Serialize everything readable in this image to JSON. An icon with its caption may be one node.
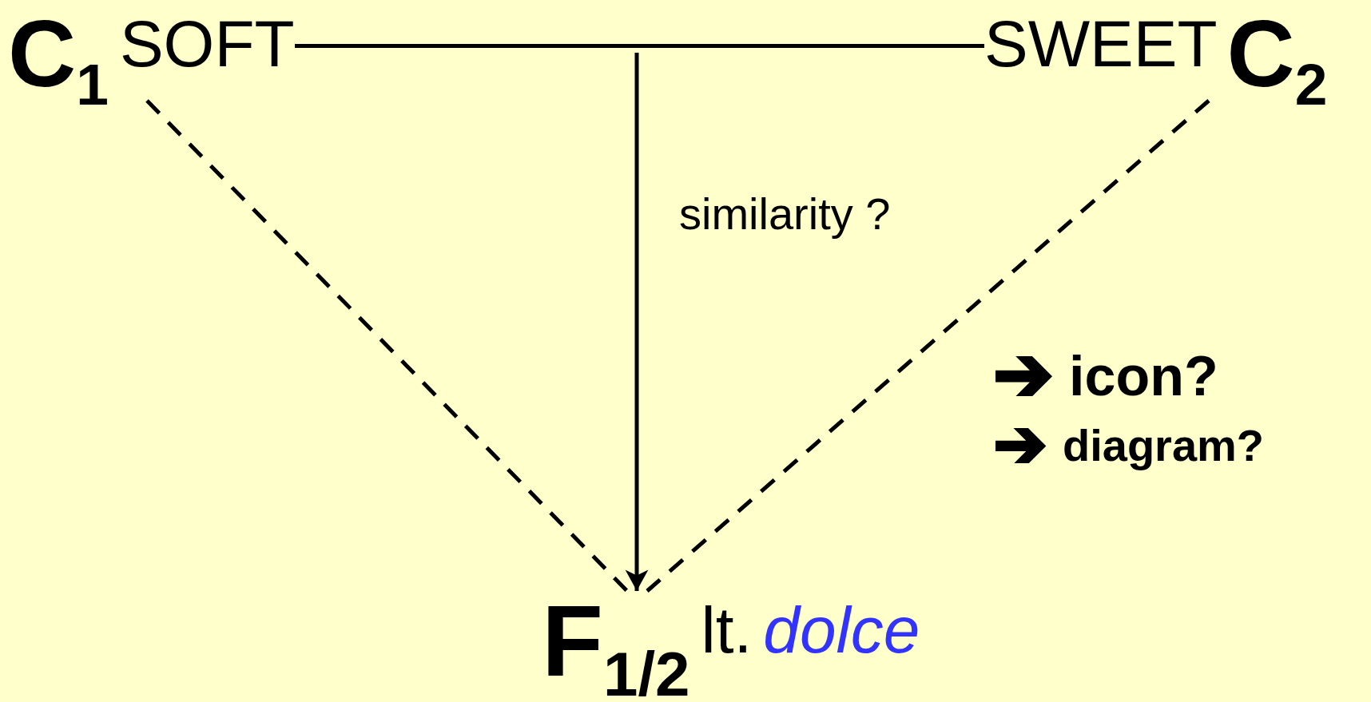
{
  "diagram": {
    "nodes": [
      {
        "text": [
          "C$_{1}$",
          "SOFT"
        ]
      },
      {
        "text": [
          "SWEET",
          "C$_{2}$"
        ]
      },
      {
        "text": [
          "F$_{1/2}$",
          "lt.",
          "dolce"
        ]
      }
    ],
    "edges": [
      {
        "from": 0,
        "to": 1,
        "arrow": "none"
      },
      {
        "from": null,
        "to": 2,
        "arrow": "to",
        "label": "similarity ?"
      },
      {
        "from": 0,
        "to": 2,
        "arrow": "none",
        "style": "dashed"
      },
      {
        "from": 1,
        "to": 2,
        "arrow": "none",
        "style": "dashed"
      }
    ],
    "labels": [
      "icon?",
      "diagram?"
    ]
  }
}
